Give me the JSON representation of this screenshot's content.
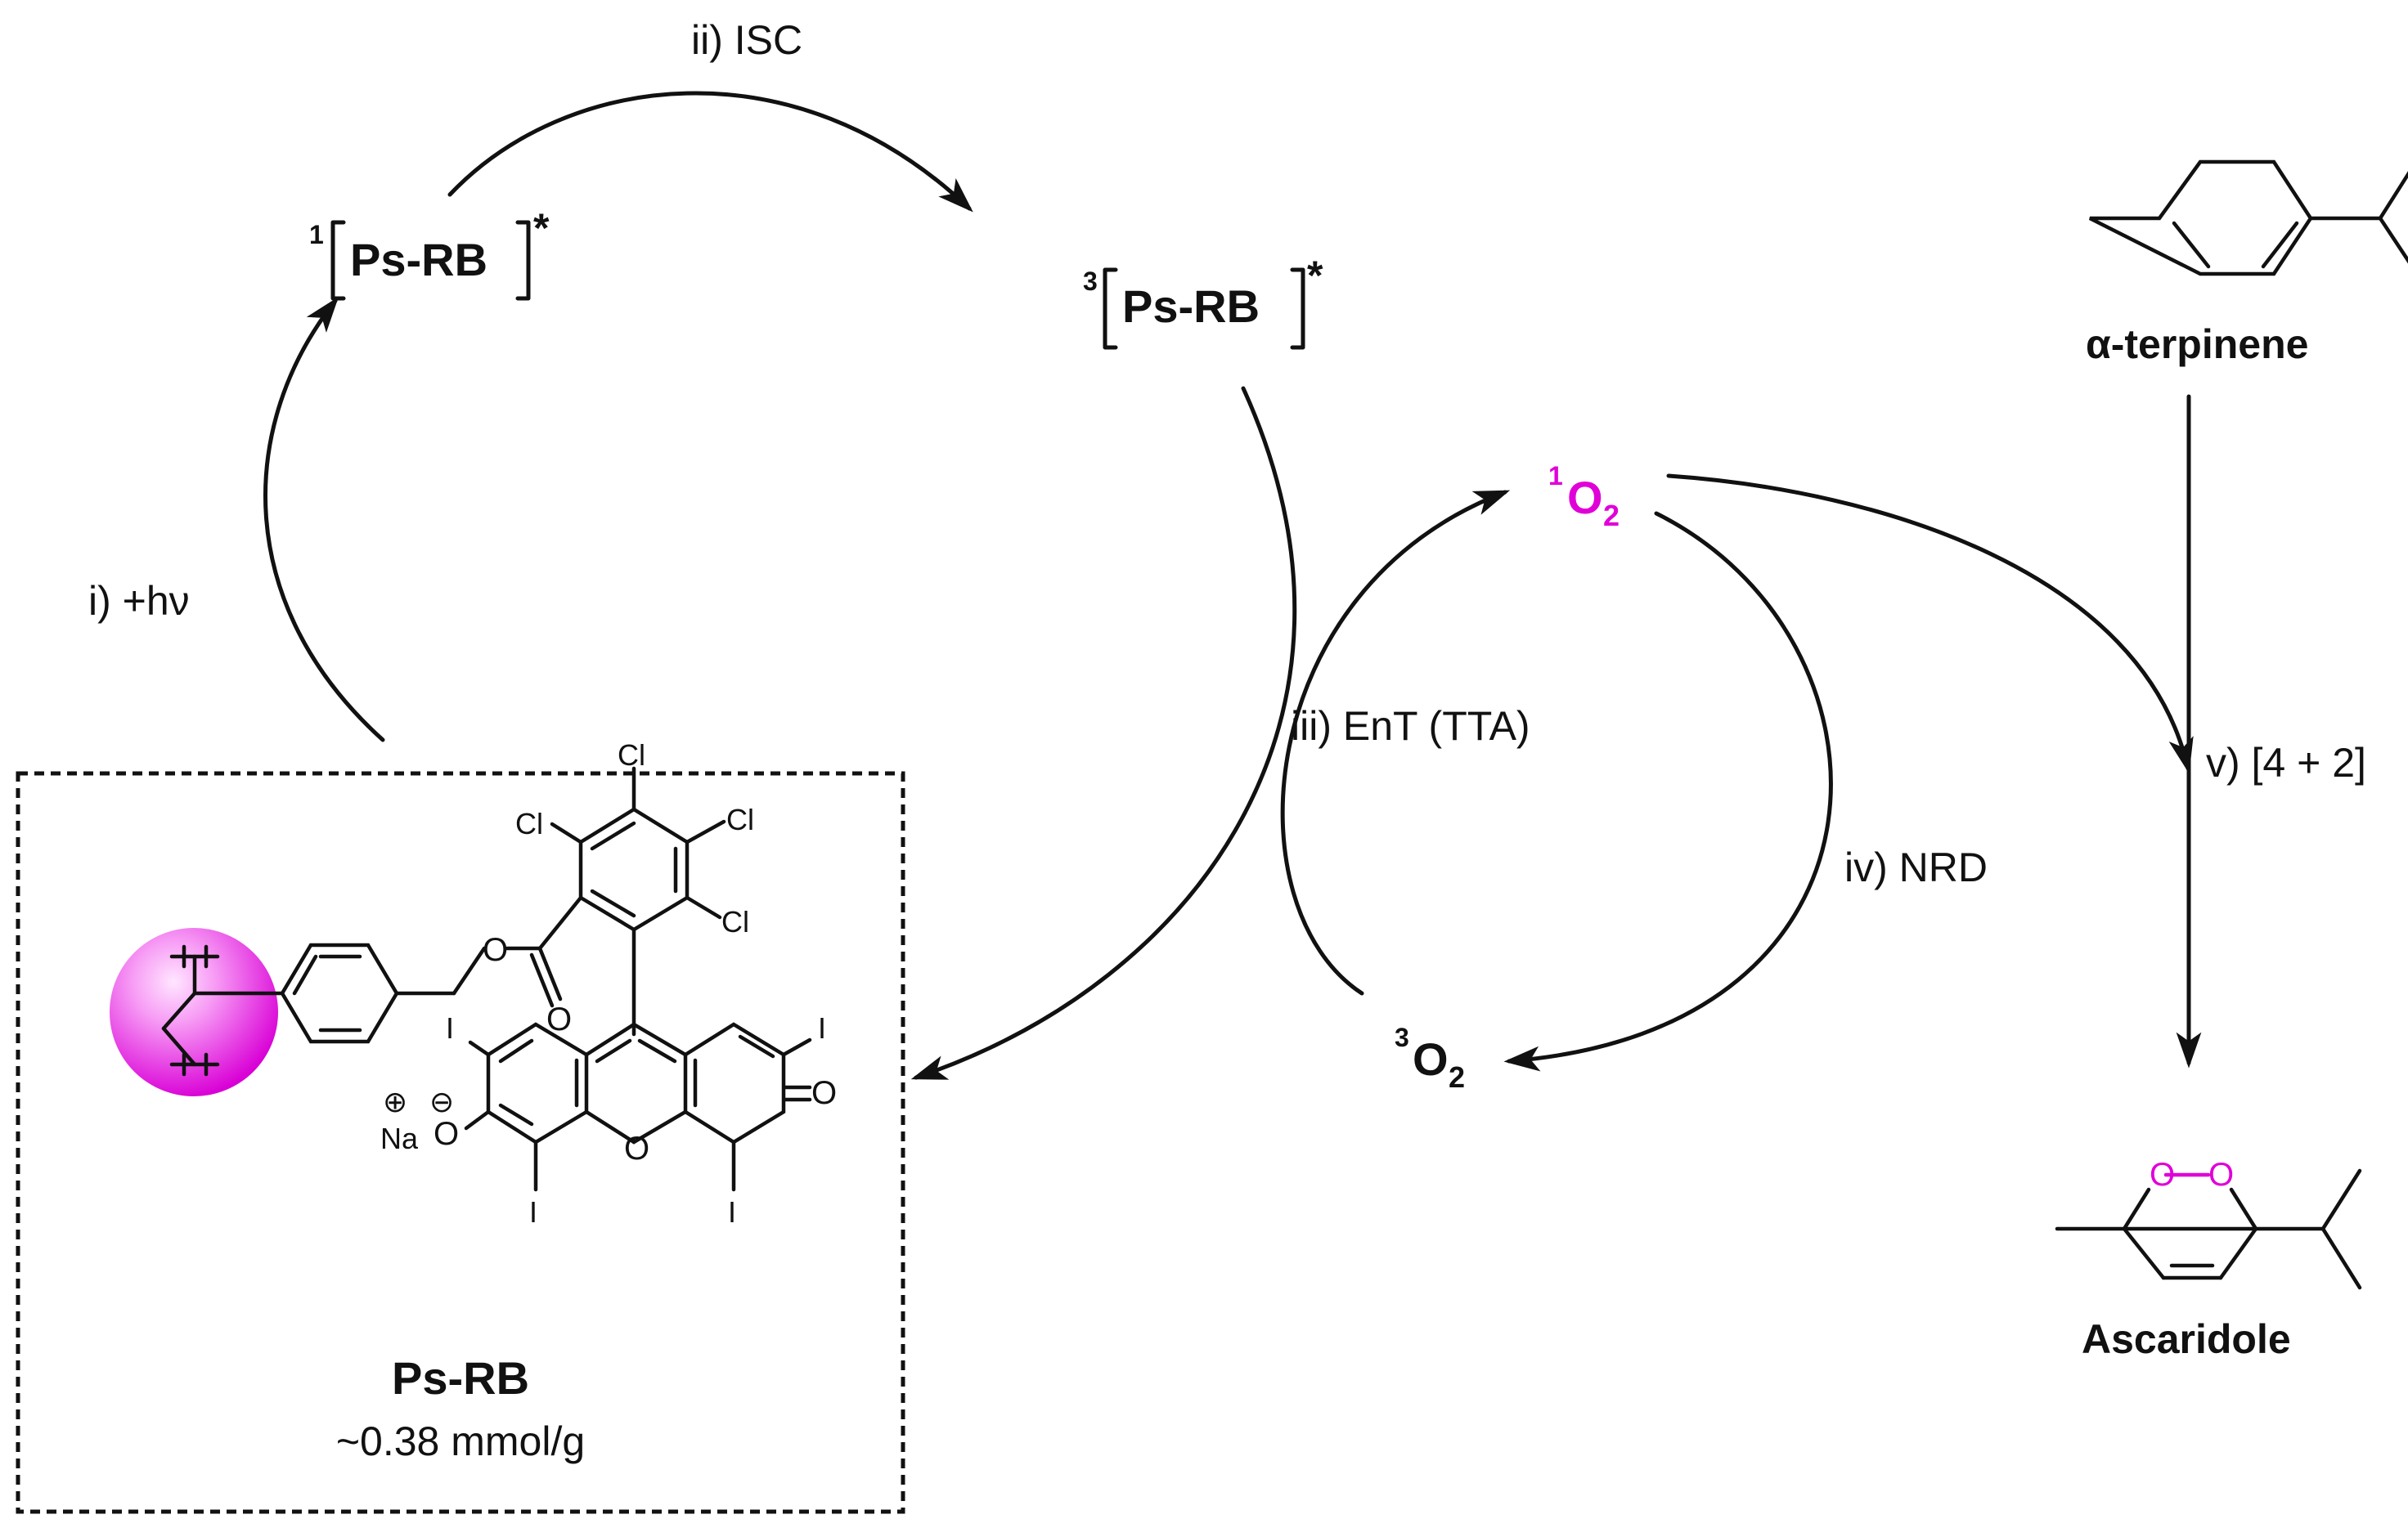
{
  "steps": {
    "excitation": "i) +hν",
    "isc": "ii) ISC",
    "ent": "iii) EnT (TTA)",
    "nrd": "iv) NRD",
    "cycloaddition": "v) [4 + 2]"
  },
  "species": {
    "singlet_excited": {
      "sup": "1",
      "name": "Ps-RB",
      "star": "*"
    },
    "triplet_excited": {
      "sup": "3",
      "name": "Ps-RB",
      "star": "*"
    },
    "singlet_oxygen": {
      "sup": "1",
      "atom": "O",
      "sub": "2"
    },
    "triplet_oxygen": {
      "sup": "3",
      "atom": "O",
      "sub": "2"
    },
    "substrate": "α-terpinene",
    "product": "Ascaridole"
  },
  "catalyst": {
    "name": "Ps-RB",
    "loading": "~0.38 mmol/g",
    "atoms": {
      "cl": "Cl",
      "i": "I",
      "o": "O",
      "na": "Na",
      "plus": "⊕",
      "minus": "⊖"
    }
  },
  "colors": {
    "singlet_oxygen": "#e000d8",
    "polymer_bead": "#e600e6",
    "peroxide_bridge": "#e000d8",
    "ink": "#111111"
  }
}
